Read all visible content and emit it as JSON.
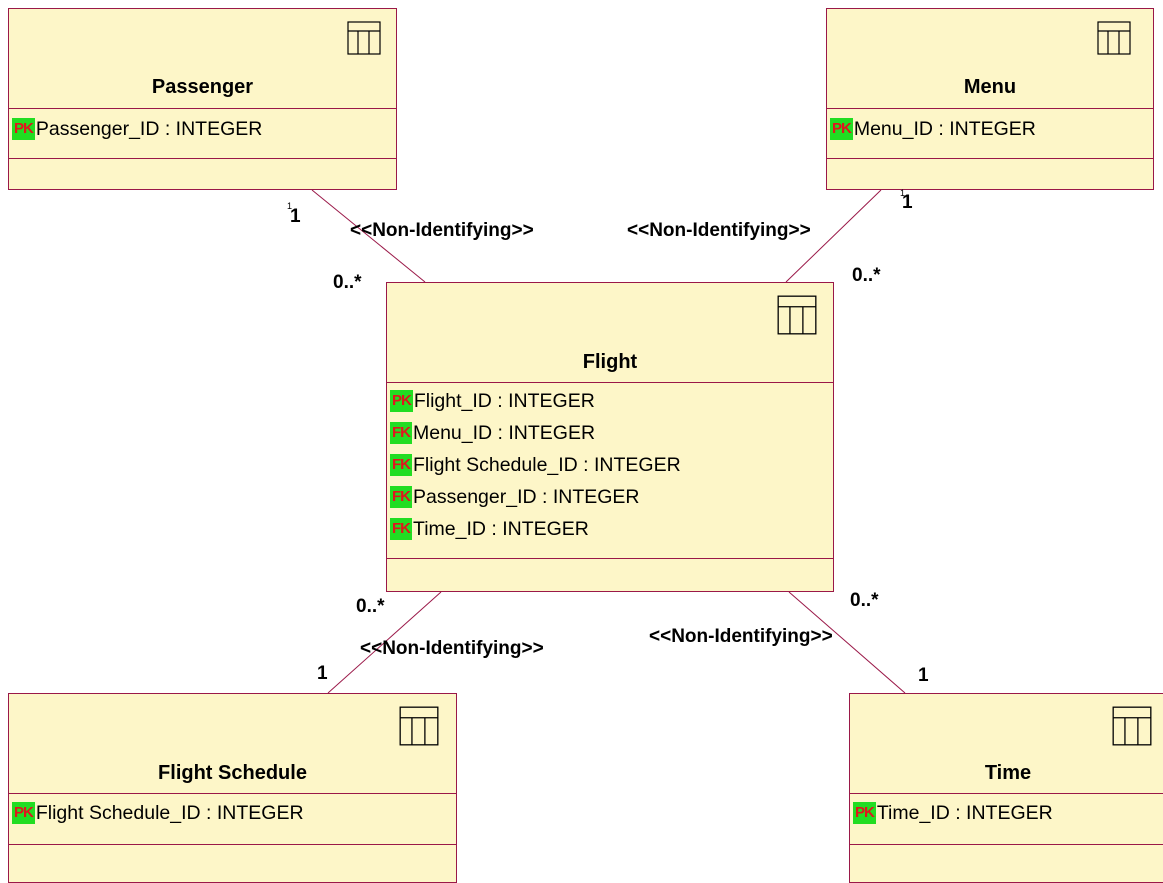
{
  "entities": {
    "passenger": {
      "title": "Passenger",
      "attrs": [
        {
          "key": "PK",
          "text": "Passenger_ID : INTEGER"
        }
      ]
    },
    "menu": {
      "title": "Menu",
      "attrs": [
        {
          "key": "PK",
          "text": "Menu_ID : INTEGER"
        }
      ]
    },
    "flight": {
      "title": "Flight",
      "attrs": [
        {
          "key": "PK",
          "text": "Flight_ID : INTEGER"
        },
        {
          "key": "FK",
          "text": "Menu_ID : INTEGER"
        },
        {
          "key": "FK",
          "text": "Flight Schedule_ID : INTEGER"
        },
        {
          "key": "FK",
          "text": "Passenger_ID : INTEGER"
        },
        {
          "key": "FK",
          "text": "Time_ID : INTEGER"
        }
      ]
    },
    "flight_schedule": {
      "title": "Flight Schedule",
      "attrs": [
        {
          "key": "PK",
          "text": "Flight Schedule_ID : INTEGER"
        }
      ]
    },
    "time": {
      "title": "Time",
      "attrs": [
        {
          "key": "PK",
          "text": "Time_ID : INTEGER"
        }
      ]
    }
  },
  "relationships": {
    "passenger_flight": {
      "stereotype": "<<Non-Identifying>>",
      "one": "1",
      "many": "0..*"
    },
    "menu_flight": {
      "stereotype": "<<Non-Identifying>>",
      "one": "1",
      "many": "0..*"
    },
    "schedule_flight": {
      "stereotype": "<<Non-Identifying>>",
      "one": "1",
      "many": "0..*"
    },
    "time_flight": {
      "stereotype": "<<Non-Identifying>>",
      "one": "1",
      "many": "0..*"
    }
  },
  "marks": {
    "tiny_one": "1"
  },
  "colors": {
    "entity_fill": "#fdf6c8",
    "border": "#9a1848",
    "key_bg": "#22dd22",
    "key_text": "#e0161e"
  },
  "icons": {
    "table": "table-icon"
  }
}
